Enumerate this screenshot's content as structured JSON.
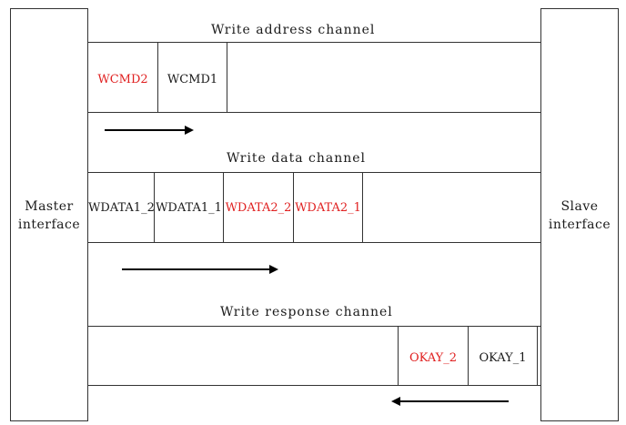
{
  "master": {
    "label": "Master\ninterface"
  },
  "slave": {
    "label": "Slave\ninterface"
  },
  "write_address": {
    "title": "Write address channel",
    "cells": [
      {
        "label": "WCMD2",
        "color": "#e02020"
      },
      {
        "label": "WCMD1",
        "color": "#1a1a1a"
      }
    ],
    "arrow": "right"
  },
  "write_data": {
    "title": "Write data channel",
    "cells": [
      {
        "label": "WDATA1_2",
        "color": "#1a1a1a"
      },
      {
        "label": "WDATA1_1",
        "color": "#1a1a1a"
      },
      {
        "label": "WDATA2_2",
        "color": "#e02020"
      },
      {
        "label": "WDATA2_1",
        "color": "#e02020"
      }
    ],
    "arrow": "right"
  },
  "write_response": {
    "title": "Write response channel",
    "cells": [
      {
        "label": "OKAY_2",
        "color": "#e02020"
      },
      {
        "label": "OKAY_1",
        "color": "#1a1a1a"
      }
    ],
    "arrow": "left"
  }
}
